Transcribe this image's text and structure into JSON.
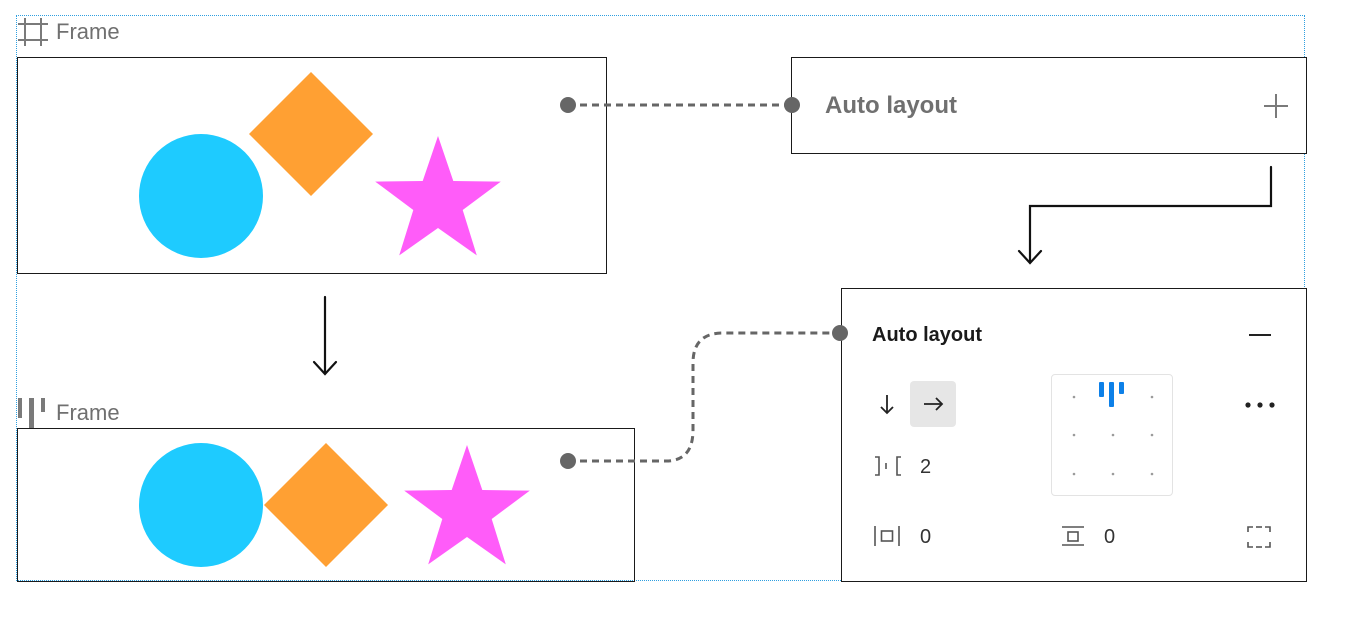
{
  "frames": {
    "top_label": "Frame",
    "bottom_label": "Frame",
    "top_icon": "frame-icon",
    "bottom_icon": "auto-layout-frame-icon"
  },
  "shapes": [
    "circle",
    "diamond",
    "star"
  ],
  "colors": {
    "circle": "#1ECBFF",
    "diamond": "#FFA033",
    "star": "#FF5CF9",
    "selection": "#2F9FE0",
    "accent": "#0D80E8",
    "connector": "#666666"
  },
  "panel_collapsed": {
    "title": "Auto layout",
    "add_icon": "plus-icon"
  },
  "panel_expanded": {
    "title": "Auto layout",
    "remove_icon": "minus-icon",
    "direction_vertical_icon": "arrow-down-icon",
    "direction_horizontal_icon": "arrow-right-icon",
    "active_direction": "horizontal",
    "spacing_value": "2",
    "horizontal_padding_value": "0",
    "vertical_padding_value": "0",
    "more_icon": "more-icon",
    "alignment": "top-center"
  }
}
